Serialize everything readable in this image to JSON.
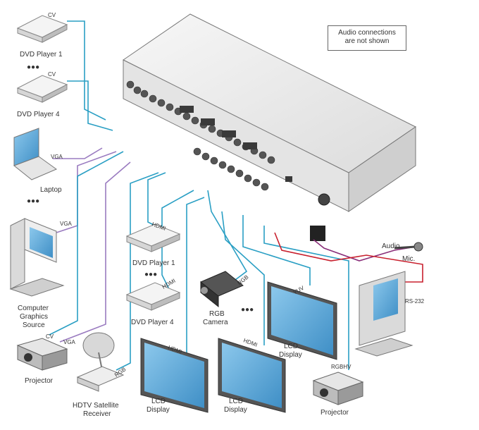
{
  "note": [
    "Audio connections",
    "are not shown"
  ],
  "devices": {
    "dvd1_top": "DVD Player 1",
    "dvd4_top": "DVD Player 4",
    "laptop": "Laptop",
    "pc_left": [
      "Computer",
      "Graphics",
      "Source"
    ],
    "projector_left": "Projector",
    "hdtv": [
      "HDTV Satellite",
      "Receiver"
    ],
    "dvd1_mid": "DVD Player 1",
    "dvd4_mid": "DVD Player 4",
    "camera": [
      "RGB",
      "Camera"
    ],
    "lcd1": [
      "LCD",
      "Display"
    ],
    "lcd2": [
      "LCD",
      "Display"
    ],
    "lcd3": [
      "LCD",
      "Display"
    ],
    "projector_right": "Projector",
    "mic": "Mic.",
    "audio": "Audio"
  },
  "wire_labels": {
    "cv1": "CV",
    "cv4": "CV",
    "vga_laptop": "VGA",
    "vga_pc": "VGA",
    "cv_proj": "CV",
    "vga_proj": "VGA",
    "rgb_hdtv": "RGB",
    "hdmi_dvd1": "HDMI",
    "hdmi_dvd4": "HDMI",
    "rgb_cam": "RGB",
    "hdmi_lcd1": "HDMI",
    "hdmi_lcd2": "HDMI",
    "yuv_lcd3": "YUV",
    "rgbhv_proj": "RGBHV",
    "rs232": "RS-232"
  },
  "ellipsis": "●●●",
  "colors": {
    "video_cable": "#2a9fc4",
    "vga_cable": "#9a7bc0",
    "audio_cable": "#8a2f7a",
    "rs232_cable": "#c8202e",
    "device_light": "#f2f2f2",
    "device_mid": "#d9d9d9",
    "device_dark": "#9a9a9a",
    "screen": "#5aa8d8"
  }
}
